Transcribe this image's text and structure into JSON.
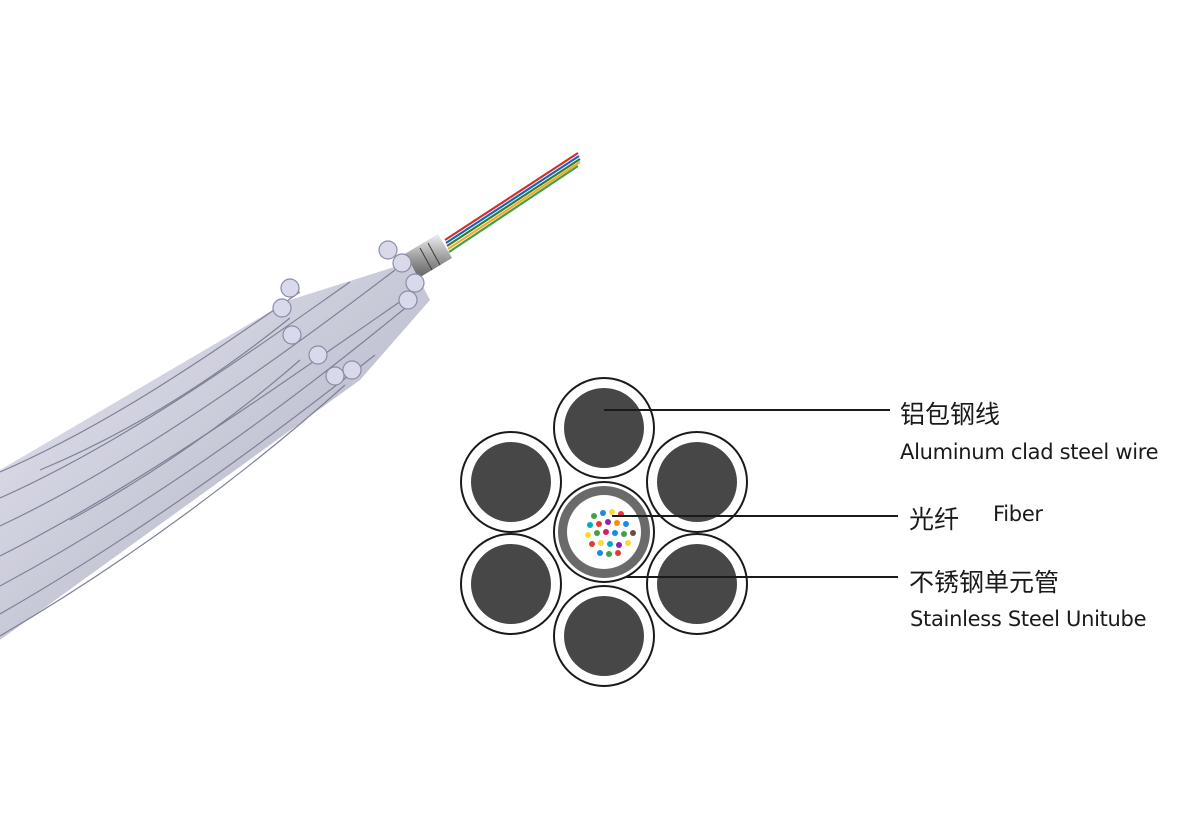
{
  "labels": {
    "aluminum_clad_steel_wire_zh": "铝包钢线",
    "aluminum_clad_steel_wire_en": "Aluminum clad steel wire",
    "fiber_zh": "光纤",
    "fiber_en": "Fiber",
    "stainless_steel_unitube_zh": "不锈钢单元管",
    "stainless_steel_unitube_en": "Stainless Steel Unitube"
  },
  "colors": {
    "wire_core": "#474747",
    "wire_cladding": "#ffffff",
    "outline": "#1a1a1a",
    "tube": "#6a6a6a",
    "cable_light": "#dcdcea",
    "cable_dark": "#9a9cb0",
    "fiber_dot_colors": [
      "#e53935",
      "#1e88e5",
      "#43a047",
      "#fdd835",
      "#8e24aa",
      "#fb8c00",
      "#00acc1",
      "#d81b60",
      "#6d4c41"
    ]
  }
}
